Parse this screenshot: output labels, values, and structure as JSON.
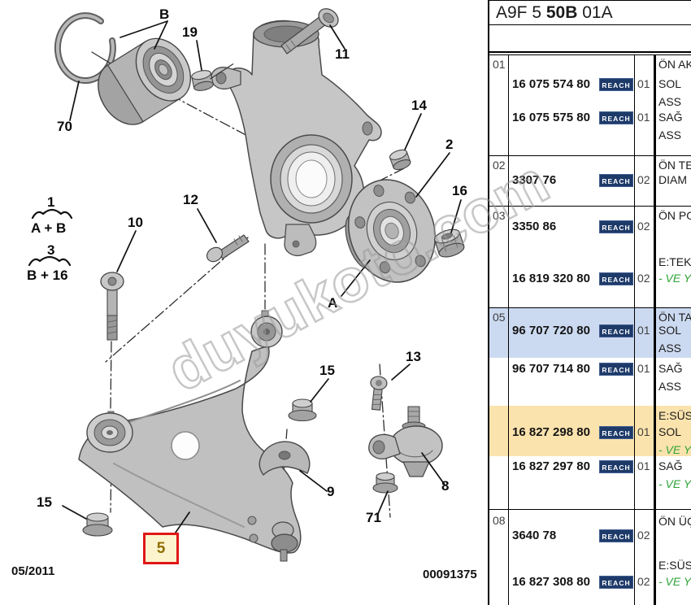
{
  "header": {
    "code_prefix": "A9F 5 ",
    "code_bold": "50B",
    "code_suffix": " 01A"
  },
  "footer": {
    "date": "05/2011",
    "doc_number": "00091375"
  },
  "watermark": "duyukoto.com",
  "diagram": {
    "callouts": {
      "b": "B",
      "n70": "70",
      "n19": "19",
      "n11": "11",
      "n14": "14",
      "n2": "2",
      "n16": "16",
      "n12": "12",
      "n10": "10",
      "n1": "1",
      "f1": "A + B",
      "n3": "3",
      "f3": "B + 16",
      "a": "A",
      "n15r": "15",
      "n13": "13",
      "n9": "9",
      "n8": "8",
      "n71": "71",
      "n15l": "15",
      "n5": "5"
    }
  },
  "table": {
    "badge_label": "REACH",
    "blocks": [
      {
        "index": "01",
        "head": "ÖN AK",
        "entries": [
          {
            "part": "16 075 574 80",
            "qty": "01",
            "l1": "SOL",
            "l2": "ASS"
          },
          {
            "part": "16 075 575 80",
            "qty": "01",
            "l1": "SAĞ",
            "l2": "ASS"
          }
        ]
      },
      {
        "index": "02",
        "head": "ÖN TE",
        "entries": [
          {
            "part": "3307 76",
            "qty": "02",
            "l1": "DIAM"
          }
        ]
      },
      {
        "index": "03",
        "head": "ÖN PO",
        "entries": [
          {
            "part": "3350 86",
            "qty": "02"
          },
          {
            "prehead": "E:TEK",
            "part": "16 819 320 80",
            "qty": "02",
            "green": "- VE Y"
          }
        ]
      },
      {
        "index": "05",
        "head": "ÖN TA",
        "entries": [
          {
            "part": "96 707 720 80",
            "qty": "01",
            "l1": "SOL",
            "l2": "ASS"
          },
          {
            "part": "96 707 714 80",
            "qty": "01",
            "l1": "SAĞ",
            "l2": "ASS"
          },
          {
            "prehead": "E:SÜS",
            "part": "16 827 298 80",
            "qty": "01",
            "l1": "SOL",
            "green": "- VE Y"
          },
          {
            "part": "16 827 297 80",
            "qty": "01",
            "l1": "SAĞ",
            "green": "- VE Y"
          }
        ]
      },
      {
        "index": "08",
        "head": "ÖN ÜÇ",
        "entries": [
          {
            "part": "3640 78",
            "qty": "02"
          },
          {
            "prehead": "E:SÜS",
            "part": "16 827 308 80",
            "qty": "02",
            "green": "- VE Y"
          }
        ]
      }
    ]
  }
}
